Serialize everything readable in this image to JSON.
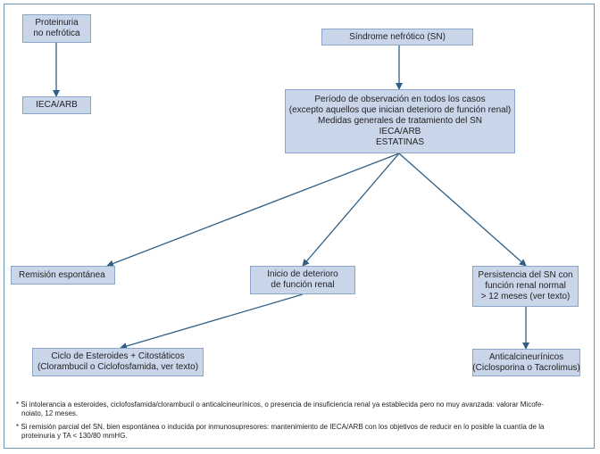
{
  "boxes": {
    "proteinuria": [
      "Proteinuria",
      "no nefrótica"
    ],
    "ieca_left": [
      "IECA/ARB"
    ],
    "sindrome": [
      "Síndrome nefrótico (SN)"
    ],
    "periodo": [
      "Período de observación en todos los casos",
      "(excepto aquellos que inician deterioro de función renal)",
      "Medidas generales de tratamiento del SN",
      "IECA/ARB",
      "ESTATINAS"
    ],
    "remision": [
      "Remisión espontánea"
    ],
    "inicio": [
      "Inicio de deterioro",
      "de función renal"
    ],
    "persistencia": [
      "Persistencia del SN con",
      "función renal normal",
      "> 12 meses (ver texto)"
    ],
    "ciclo": [
      "Ciclo de Esteroides + Citostáticos",
      "(Clorambucil o Ciclofosfamida, ver texto)"
    ],
    "antical": [
      "Anticalcineurínicos",
      "(Ciclosporina o Tacrolimus)"
    ]
  },
  "notes": [
    "* Si intolerancia a esteroides, ciclofosfamida/clorambucil o anticalcineurínicos, o presencia de insuficiencia renal ya establecida pero no muy avanzada: valorar Micofe-",
    "noiato, 12 meses.",
    "* Si remisión parcial del SN, bien espontánea o inducida por inmunosupresores: mantenimiento de IECA/ARB con los objetivos de reducir en lo posible la cuantía de la",
    "proteinuria y TA < 130/80 mmHG."
  ],
  "colors": {
    "box_fill": "#c9d6ea",
    "box_border": "#8aa6c8",
    "arrow": "#2f5f86",
    "frame": "#6d97b8"
  }
}
